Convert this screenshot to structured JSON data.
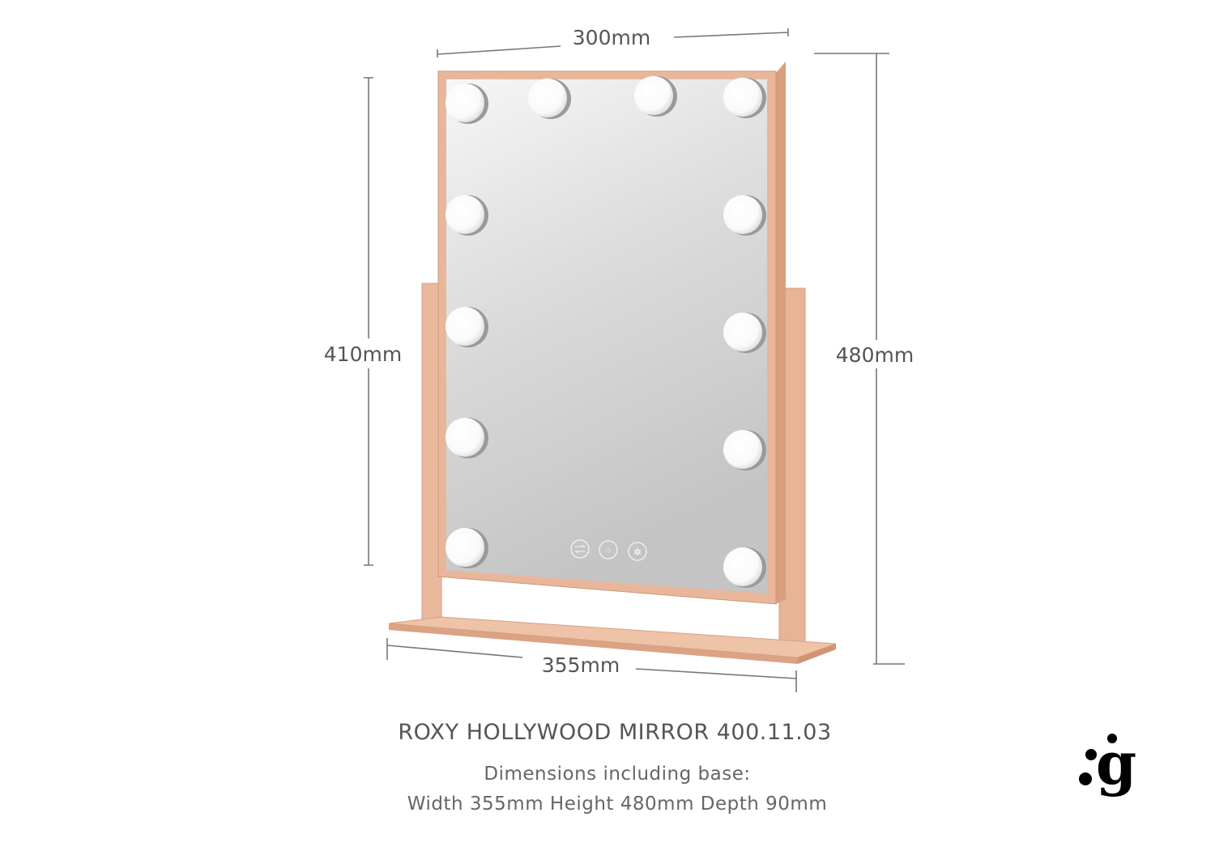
{
  "dimensions": {
    "top_width": "300mm",
    "mirror_height": "410mm",
    "total_height": "480mm",
    "base_width": "355mm"
  },
  "product": {
    "title": "ROXY HOLLYWOOD MIRROR 400.11.03",
    "dimensions_heading": "Dimensions including base:",
    "dimensions_detail": "Width 355mm  Height 480mm  Depth 90mm"
  },
  "logo": {
    "letter": "g"
  },
  "controls": [
    "switch-icon",
    "dimmer-icon",
    "brightness-icon"
  ],
  "colors": {
    "frame": "#e8b79b",
    "frame_dark": "#d39c7c",
    "text": "#555555"
  }
}
